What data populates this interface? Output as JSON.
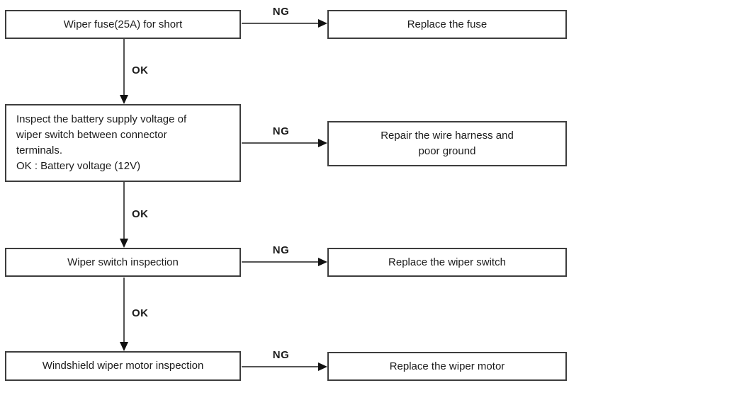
{
  "diagram": {
    "type": "troubleshooting-flowchart",
    "ng_result_label": "NG",
    "ok_result_label": "OK",
    "colors": {
      "background": "#ffffff",
      "box_border": "#3d3d3d",
      "connector_line": "#545454",
      "arrowhead": "#111111",
      "text": "#1c1c1c"
    },
    "steps": [
      {
        "check": "Wiper fuse(25A) for short",
        "ng": "NG",
        "action": "Replace the fuse",
        "ok": "OK"
      },
      {
        "check": "Inspect the battery supply voltage of\nwiper switch between connector\nterminals.\nOK : Battery voltage (12V)",
        "ng": "NG",
        "action": "Repair the wire harness and\npoor ground",
        "ok": "OK"
      },
      {
        "check": "Wiper switch inspection",
        "ng": "NG",
        "action": "Replace the wiper switch",
        "ok": "OK"
      },
      {
        "check": "Windshield wiper motor inspection",
        "ng": "NG",
        "action": "Replace the wiper motor"
      }
    ]
  }
}
